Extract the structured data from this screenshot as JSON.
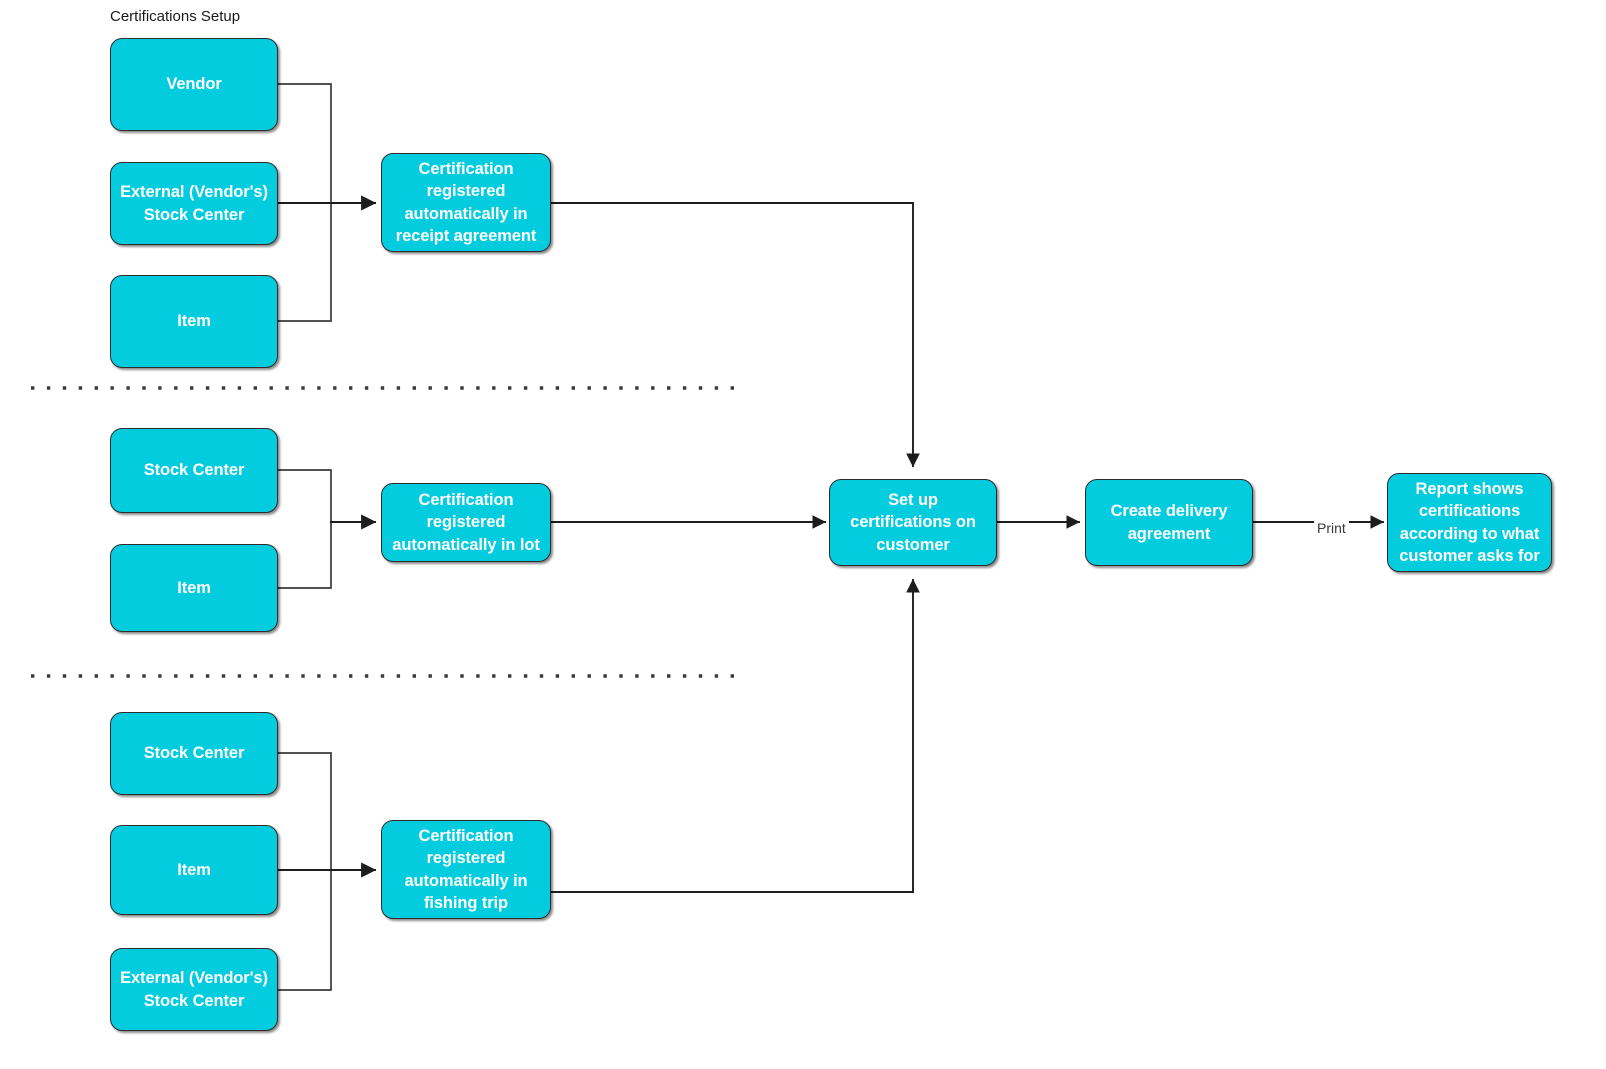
{
  "diagram": {
    "title": "Certifications Setup",
    "accent_color": "#02CCDE",
    "node_text_color": "#FFFFFF",
    "line_color": "#2B2B2B",
    "background_color": "#FFFFFF"
  },
  "nodes": {
    "vendor": "Vendor",
    "external_stock_center_top": "External (Vendor's)\nStock Center",
    "item_top": "Item",
    "cert_receipt_agreement": "Certification\nregistered\nautomatically in\nreceipt agreement",
    "stock_center_mid": "Stock Center",
    "item_mid": "Item",
    "cert_lot": "Certification\nregistered\nautomatically in lot",
    "stock_center_bottom": "Stock Center",
    "item_bottom": "Item",
    "external_stock_center_bottom": "External (Vendor's)\nStock Center",
    "cert_fishing_trip": "Certification\nregistered\nautomatically in\nfishing trip",
    "setup_certifications_customer": "Set up\ncertifications on\ncustomer",
    "create_delivery_agreement": "Create delivery\nagreement",
    "report_shows": "Report shows\ncertifications\naccording to what\ncustomer asks for"
  },
  "edge_labels": {
    "print": "Print"
  }
}
